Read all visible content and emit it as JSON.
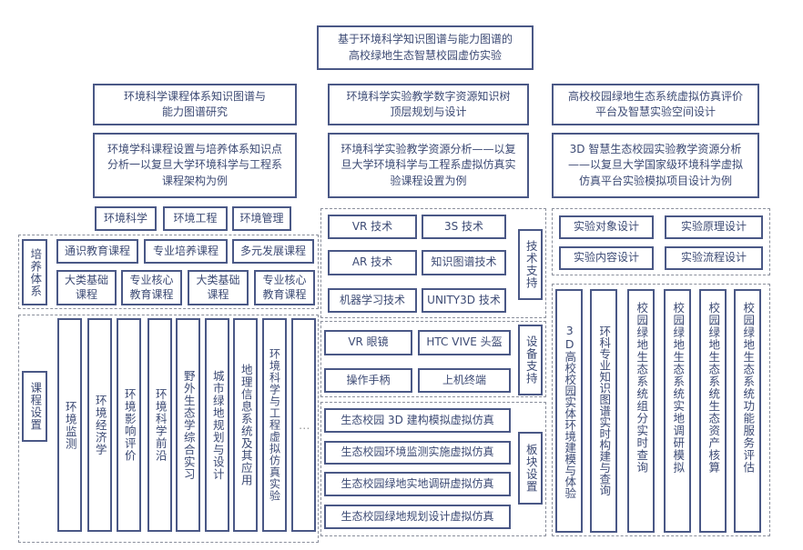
{
  "title": [
    "基于环境科学知识图谱与能力图谱的",
    "高校绿地生态智慧校园虚仿实验"
  ],
  "row2": [
    [
      "环境科学课程体系知识图谱与",
      "能力图谱研究"
    ],
    [
      "环境科学实验教学数字资源知识树",
      "顶层规划与设计"
    ],
    [
      "高校校园绿地生态系统虚拟仿真评价",
      "平台及智慧实验空间设计"
    ]
  ],
  "row3": [
    [
      "环境学科课程设置与培养体系知识点",
      "分析一以复旦大学环境科学与工程系",
      "课程架构为例"
    ],
    [
      "环境科学实验教学资源分析——以复",
      "旦大学环境科学与工程系虚拟仿真实",
      "验课程设置为例"
    ],
    [
      "3D 智慧生态校园实验教学资源分析",
      "——以复旦大学国家级环境科学虚拟",
      "仿真平台实验模拟项目设计为例"
    ]
  ],
  "majors": [
    "环境科学",
    "环境工程",
    "环境管理"
  ],
  "training": {
    "label": "培养体系",
    "top": [
      "通识教育课程",
      "专业培养课程",
      "多元发展课程"
    ],
    "bottom": [
      [
        "大类基础",
        "课程"
      ],
      [
        "专业核心",
        "教育课程"
      ],
      [
        "大类基础",
        "课程"
      ],
      [
        "专业核心",
        "教育课程"
      ]
    ]
  },
  "courses": {
    "label": "课程设置",
    "items": [
      "环境监测",
      "环境经济学",
      "环境影响评价",
      "环境科学前沿",
      "野外生态学综合实习",
      "城市绿地规划与设计",
      "地理信息系统及其应用",
      "环境科学与工程虚拟仿真实验",
      "…"
    ]
  },
  "tech": {
    "label": "技术支持",
    "items": [
      "VR 技术",
      "3S 技术",
      "AR 技术",
      "知识图谱技术",
      "机器学习技术",
      "UNITY3D 技术"
    ]
  },
  "equip": {
    "label": "设备支持",
    "items": [
      "VR 眼镜",
      "HTC VIVE 头盔",
      "操作手柄",
      "上机终端"
    ]
  },
  "modules": {
    "label": "板块设置",
    "items": [
      "生态校园 3D 建构模拟虚拟仿真",
      "生态校园环境监测实施虚拟仿真",
      "生态校园绿地实地调研虚拟仿真",
      "生态校园绿地规划设计虚拟仿真"
    ]
  },
  "design": [
    "实验对象设计",
    "实验原理设计",
    "实验内容设计",
    "实验流程设计"
  ],
  "platform": [
    "3D高校校园实体环境建模与体验",
    "环科专业知识图谱实时构建与查询",
    "校园绿地生态系统组分实时查询",
    "校园绿地生态系统实地调研模拟",
    "校园绿地生态系统生态资产核算",
    "校园绿地生态系统功能服务评估"
  ]
}
